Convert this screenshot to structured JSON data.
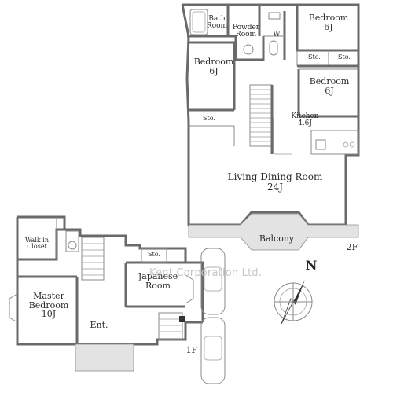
{
  "floor2": {
    "label": "2F",
    "rooms": {
      "bath": [
        "Bath",
        "Room"
      ],
      "powder": [
        "Powder",
        "Room"
      ],
      "wc": "W",
      "bedroom_top": [
        "Bedroom",
        "6J"
      ],
      "bedroom_left": [
        "Bedroom",
        "6J"
      ],
      "bedroom_right": [
        "Bedroom",
        "6J"
      ],
      "sto_a": "Sto.",
      "sto_b": "Sto.",
      "sto_c": "Sto.",
      "kitchen": [
        "Kitchen",
        "4.6J"
      ],
      "living": [
        "Living Dining Room",
        "24J"
      ],
      "balcony": "Balcony"
    }
  },
  "floor1": {
    "label": "1F",
    "rooms": {
      "walk_in": [
        "Walk in",
        "Closet"
      ],
      "master": [
        "Master",
        "Bedroom",
        "10J"
      ],
      "japanese": [
        "Japanese",
        "Room"
      ],
      "sto": "Sto.",
      "entrance": "Ent."
    }
  },
  "compass": {
    "label": "N"
  },
  "watermark": "Kent Corporation Ltd."
}
